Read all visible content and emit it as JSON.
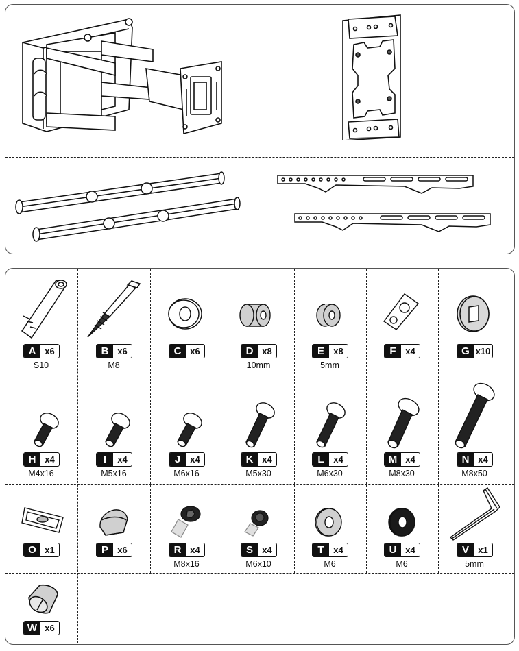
{
  "sections": {
    "main_components": [
      {
        "id": "wall-bracket-arm",
        "description": "articulating wall arm bracket"
      },
      {
        "id": "tv-plate",
        "description": "VESA TV mounting plate"
      },
      {
        "id": "extension-bars",
        "description": "pair of extension rails"
      },
      {
        "id": "tv-brackets",
        "description": "pair of slotted hanging brackets"
      }
    ]
  },
  "hardware": [
    {
      "letter": "A",
      "qty": "x6",
      "size": "S10",
      "icon": "wall-anchor"
    },
    {
      "letter": "B",
      "qty": "x6",
      "size": "M8",
      "icon": "lag-bolt"
    },
    {
      "letter": "C",
      "qty": "x6",
      "size": "",
      "icon": "flat-washer"
    },
    {
      "letter": "D",
      "qty": "x8",
      "size": "10mm",
      "icon": "spacer-long"
    },
    {
      "letter": "E",
      "qty": "x8",
      "size": "5mm",
      "icon": "spacer-short"
    },
    {
      "letter": "F",
      "qty": "x4",
      "size": "",
      "icon": "two-hole-plate"
    },
    {
      "letter": "G",
      "qty": "x10",
      "size": "",
      "icon": "square-hole-washer"
    },
    {
      "letter": "H",
      "qty": "x4",
      "size": "M4x16",
      "icon": "screw"
    },
    {
      "letter": "I",
      "qty": "x4",
      "size": "M5x16",
      "icon": "screw"
    },
    {
      "letter": "J",
      "qty": "x4",
      "size": "M6x16",
      "icon": "screw"
    },
    {
      "letter": "K",
      "qty": "x4",
      "size": "M5x30",
      "icon": "screw"
    },
    {
      "letter": "L",
      "qty": "x4",
      "size": "M6x30",
      "icon": "screw"
    },
    {
      "letter": "M",
      "qty": "x4",
      "size": "M8x30",
      "icon": "screw"
    },
    {
      "letter": "N",
      "qty": "x4",
      "size": "M8x50",
      "icon": "screw"
    },
    {
      "letter": "O",
      "qty": "x1",
      "size": "",
      "icon": "bubble-level"
    },
    {
      "letter": "P",
      "qty": "x6",
      "size": "",
      "icon": "cap-nut-cover"
    },
    {
      "letter": "R",
      "qty": "x4",
      "size": "M8x16",
      "icon": "hex-socket-screw"
    },
    {
      "letter": "S",
      "qty": "x4",
      "size": "M6x10",
      "icon": "hex-socket-screw"
    },
    {
      "letter": "T",
      "qty": "x4",
      "size": "M6",
      "icon": "washer-grey"
    },
    {
      "letter": "U",
      "qty": "x4",
      "size": "M6",
      "icon": "washer-black"
    },
    {
      "letter": "V",
      "qty": "x1",
      "size": "5mm",
      "icon": "allen-key"
    },
    {
      "letter": "W",
      "qty": "x6",
      "size": "",
      "icon": "cover-ring"
    }
  ]
}
